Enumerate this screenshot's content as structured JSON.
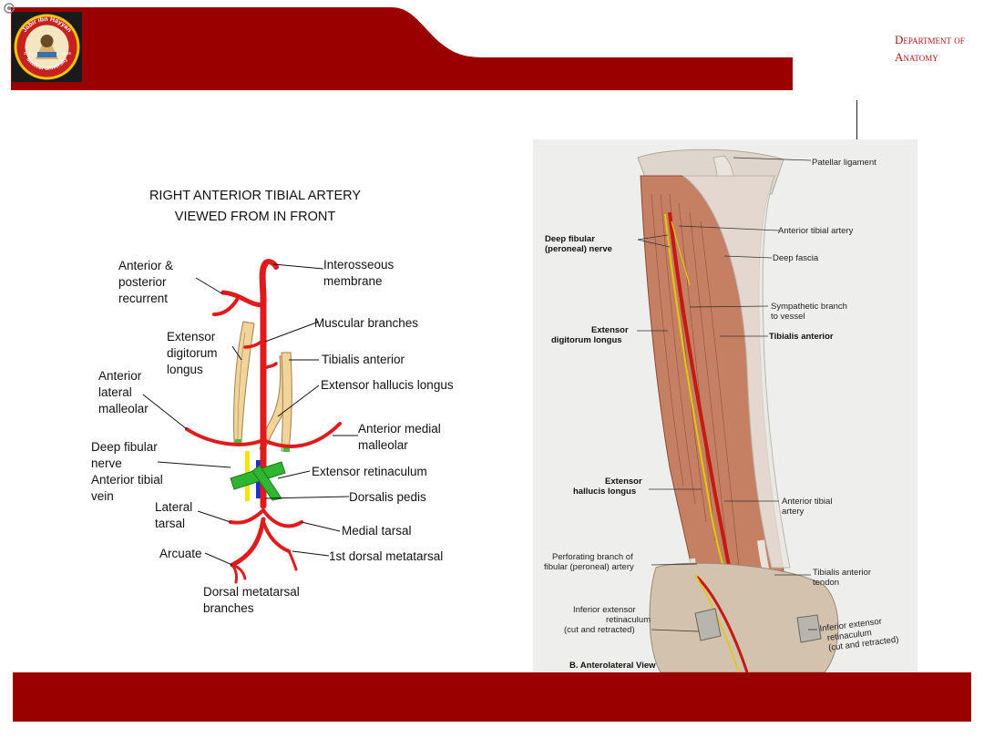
{
  "header": {
    "logo_text_top": "Jabir ibn Hayyan",
    "logo_text_bottom": "Medical University",
    "logo_year_left": "2014",
    "logo_year_right": "1435",
    "department_line1": "Department of",
    "department_line2": "Anatomy"
  },
  "colors": {
    "band": "#9b0000",
    "artery": "#e01b1b",
    "muscle": "#f0d49a",
    "nerve": "#f3e600",
    "vein": "#1a2fd0",
    "retinaculum": "#2fb52f"
  },
  "left_diagram": {
    "title_line1": "RIGHT ANTERIOR TIBIAL ARTERY",
    "title_line2": "VIEWED FROM IN FRONT",
    "labels": {
      "recurrent": [
        "Anterior &",
        "posterior",
        "recurrent"
      ],
      "interosseous": [
        "Interosseous",
        "membrane"
      ],
      "muscular_branches": "Muscular branches",
      "extensor_digitorum": [
        "Extensor",
        "digitorum",
        "longus"
      ],
      "tibialis_anterior": "Tibialis anterior",
      "lateral_malleolar": [
        "Anterior",
        "lateral",
        "malleolar"
      ],
      "extensor_hallucis": "Extensor hallucis longus",
      "medial_malleolar": [
        "Anterior medial",
        "malleolar"
      ],
      "deep_fibular": [
        "Deep fibular",
        "nerve"
      ],
      "anterior_tibial_vein": [
        "Anterior tibial",
        "vein"
      ],
      "extensor_retinaculum": "Extensor retinaculum",
      "dorsalis_pedis": "Dorsalis pedis",
      "lateral_tarsal": [
        "Lateral",
        "tarsal"
      ],
      "medial_tarsal": "Medial tarsal",
      "arcuate": "Arcuate",
      "first_dorsal_metatarsal": "1st dorsal metatarsal",
      "dorsal_metatarsal_branches": [
        "Dorsal metatarsal",
        "branches"
      ]
    }
  },
  "right_panel": {
    "labels": {
      "patellar_ligament": "Patellar ligament",
      "anterior_tibial_artery": "Anterior tibial artery",
      "deep_fibular_nerve": [
        "Deep fibular",
        "(peroneal) nerve"
      ],
      "deep_fascia": "Deep fascia",
      "sympathetic_branch": [
        "Sympathetic branch",
        "to vessel"
      ],
      "extensor_digitorum_longus": [
        "Extensor",
        "digitorum longus"
      ],
      "tibialis_anterior": "Tibialis anterior",
      "extensor_hallucis_longus": [
        "Extensor",
        "hallucis longus"
      ],
      "anterior_tibial_artery_lower": [
        "Anterior tibial",
        "artery"
      ],
      "perforating_branch": [
        "Perforating branch of",
        "fibular (peroneal) artery"
      ],
      "tibialis_anterior_tendon": [
        "Tibialis anterior",
        "tendon"
      ],
      "inferior_ext_ret_left": [
        "Inferior extensor",
        "retinaculum",
        "(cut and retracted)"
      ],
      "inferior_ext_ret_right": [
        "Inferior extensor",
        "retinaculum",
        "(cut and retracted)"
      ],
      "caption": "B. Anterolateral View"
    }
  }
}
